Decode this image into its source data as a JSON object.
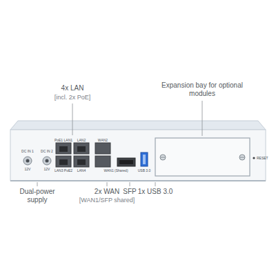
{
  "diagram": {
    "labels": [
      "4x LAN",
      "[incl. 2x PoE]",
      "Expansion bay for optional modules",
      "DC IN 1",
      "12V",
      "DC IN 2",
      "12V",
      "PoE1 LAN1",
      "LAN2",
      "WAN2",
      "LAN3 PoE2",
      "LAN4",
      "WAN1 (Shared)",
      "USB 3.0",
      "RESET",
      "Dual-power supply",
      "2x WAN",
      "[WAN1/SFP shared]",
      "SFP",
      "1x USB 3.0"
    ]
  }
}
